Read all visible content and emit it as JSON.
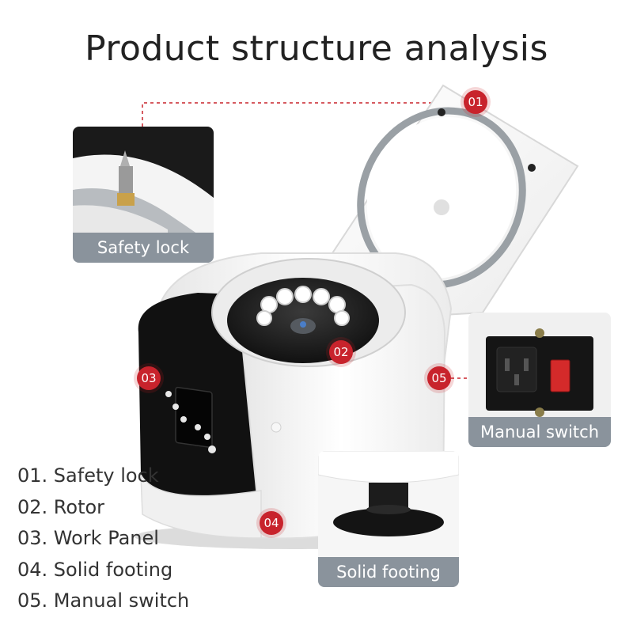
{
  "title": "Product structure analysis",
  "colors": {
    "accent": "#c8232c",
    "caption_bg": "#8a939c",
    "device_white": "#f5f5f5",
    "panel_black": "#111111",
    "rotor_black": "#1b1b1b",
    "gasket_grey": "#9aa0a5"
  },
  "insets": {
    "lock": {
      "caption": "Safety lock"
    },
    "switch": {
      "caption": "Manual switch"
    },
    "foot": {
      "caption": "Solid footing"
    }
  },
  "callouts": [
    "01",
    "02",
    "03",
    "04",
    "05"
  ],
  "legend": [
    "01. Safety lock",
    "02. Rotor",
    "03. Work Panel",
    "04. Solid footing",
    "05. Manual switch"
  ]
}
